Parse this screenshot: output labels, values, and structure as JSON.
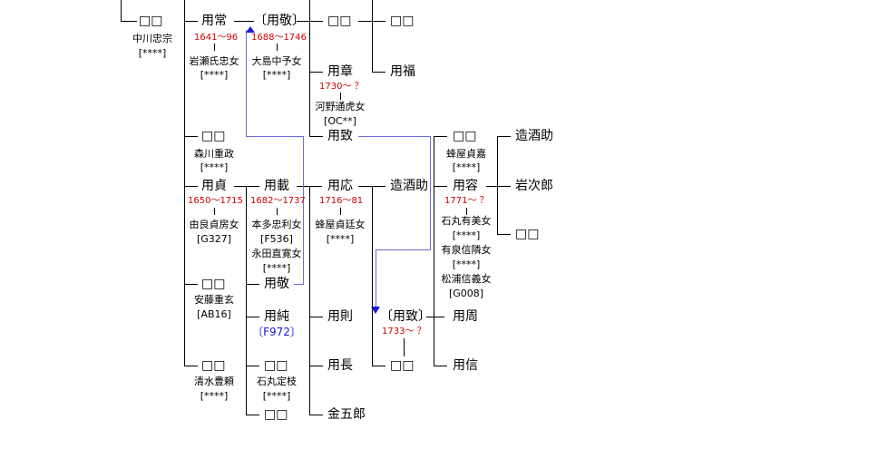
{
  "col1": {
    "p1": {
      "name": "□□",
      "spouse": "中川忠宗",
      "ref": "[****]"
    }
  },
  "col2": {
    "p1": {
      "name": "用常",
      "dates": "1641〜96",
      "spouse": "岩瀬氏忠女",
      "ref": "[****]"
    },
    "p2": {
      "name": "□□",
      "spouse": "森川重政",
      "ref": "[****]"
    },
    "p3": {
      "name": "用貞",
      "dates": "1650〜1715",
      "spouse": "由良貞房女",
      "ref": "[G327]"
    },
    "p4": {
      "name": "□□",
      "spouse": "安藤重玄",
      "ref": "[AB16]"
    },
    "p5": {
      "name": "□□",
      "spouse": "清水豊頼",
      "ref": "[****]"
    }
  },
  "col3": {
    "p1": {
      "name": "〔用敬〕",
      "dates": "1688〜1746",
      "spouse": "大島中予女",
      "ref": "[****]"
    },
    "p2": {
      "name": "用載",
      "dates": "1682〜1737",
      "spouse1": "本多忠利女",
      "ref1": "[F536]",
      "spouse2": "永田直寛女",
      "ref2": "[****]"
    },
    "p3": {
      "name": "用敬"
    },
    "p4": {
      "name": "用純",
      "ref": "〔F972〕"
    },
    "p5": {
      "name": "□□",
      "spouse": "石丸定枝",
      "ref": "[****]"
    },
    "p6": {
      "name": "□□"
    }
  },
  "col4": {
    "p1": {
      "name": "□□"
    },
    "p2": {
      "name": "用章",
      "dates": "1730〜 ？",
      "spouse": "河野通虎女",
      "ref": "[OC**]"
    },
    "p3": {
      "name": "用致"
    },
    "p4": {
      "name": "用応",
      "dates": "1716〜81",
      "spouse": "蜂屋貞廷女",
      "ref": "[****]"
    },
    "p5": {
      "name": "用則"
    },
    "p6": {
      "name": "用長"
    },
    "p7": {
      "name": "金五郎"
    }
  },
  "col5": {
    "p1": {
      "name": "□□"
    },
    "p2": {
      "name": "用福"
    },
    "p3": {
      "name": "造酒助"
    },
    "p4": {
      "name": "〔用致〕",
      "dates": "1733〜 ？"
    },
    "p5": {
      "name": "□□"
    }
  },
  "col6": {
    "p1": {
      "name": "□□",
      "spouse": "蜂屋貞嘉",
      "ref": "[****]"
    },
    "p2": {
      "name": "用容",
      "dates": "1771〜 ？",
      "spouse1": "石丸有美女",
      "ref1": "[****]",
      "spouse2": "有泉信隣女",
      "ref2": "[****]",
      "spouse3": "松浦信義女",
      "ref3": "[G008]"
    },
    "p3": {
      "name": "用周"
    },
    "p4": {
      "name": "用信"
    }
  },
  "col7": {
    "p1": {
      "name": "造酒助"
    },
    "p2": {
      "name": "岩次郎"
    },
    "p3": {
      "name": "□□"
    }
  },
  "colors": {
    "line": "#000000",
    "dates": "#cc0000",
    "link": "#6b6bdc",
    "ref_link": "#1a1ad0"
  }
}
